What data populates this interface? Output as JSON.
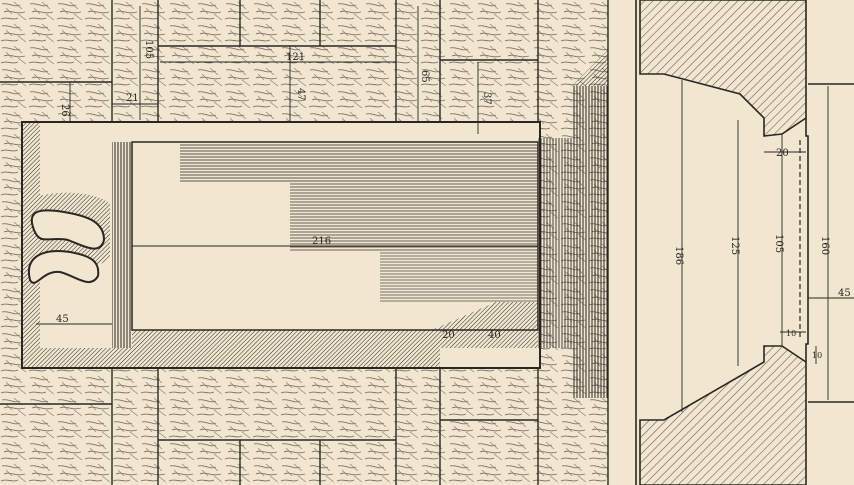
{
  "palette": {
    "paper": "#f1e6d0",
    "ink": "#2a2622",
    "stone_hatch": "#6b6258",
    "dark_fill": "#3b3632"
  },
  "plan": {
    "dimensions": {
      "wall_top_left": "26",
      "pier_small": "21",
      "pier_height": "105",
      "lintel_length": "121",
      "lintel_height": "47",
      "block_right": "65",
      "block_height_right": "37",
      "channel_length": "216",
      "end_recess": "45",
      "lower_step_a": "20",
      "lower_step_b": "40"
    }
  },
  "section": {
    "dimensions": {
      "overall_height": "186",
      "inner_height": "125",
      "opening_height": "105",
      "step_top": "20",
      "right_height": "160",
      "right_offset": "45",
      "bottom_step_a": "10",
      "bottom_step_b": "10"
    }
  }
}
